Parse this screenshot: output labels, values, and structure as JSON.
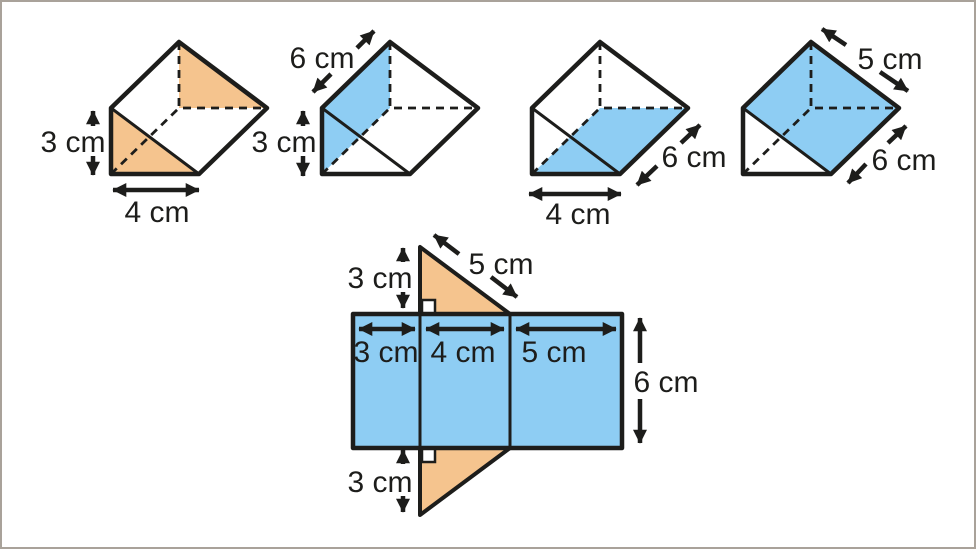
{
  "palette": {
    "highlight_orange": "#f5c48e",
    "highlight_blue": "#8ecdf3",
    "line": "#1d1d1b",
    "frame_border": "#a9a29a",
    "background": "#ffffff"
  },
  "prisms": [
    {
      "highlight": "orange triangular end faces",
      "labels": {
        "height": "3 cm",
        "base": "4 cm"
      }
    },
    {
      "highlight": "blue left rectangular face",
      "labels": {
        "length": "6 cm",
        "height": "3 cm"
      }
    },
    {
      "highlight": "blue bottom rectangular face",
      "labels": {
        "base": "4 cm",
        "length": "6 cm"
      }
    },
    {
      "highlight": "blue slanted rectangular face",
      "labels": {
        "slant": "5 cm",
        "length": "6 cm"
      }
    }
  ],
  "net": {
    "labels": {
      "triangle_height_top": "3 cm",
      "hypotenuse": "5 cm",
      "width_left": "3 cm",
      "width_middle": "4 cm",
      "width_right": "5 cm",
      "depth": "6 cm",
      "triangle_height_bottom": "3 cm"
    }
  }
}
